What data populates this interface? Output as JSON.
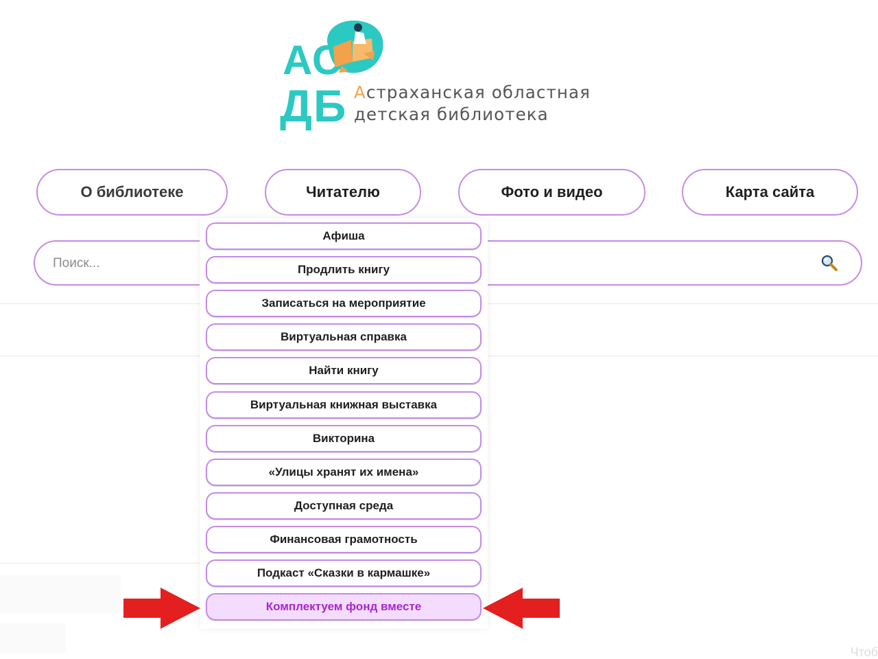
{
  "logo": {
    "mark_top": "АС",
    "mark_bottom": "ДБ",
    "line1_accent": "А",
    "line1_rest": "страханская областная",
    "line2": "детская библиотека",
    "brand_color": "#2cc9c3",
    "accent_color": "#f2a24a"
  },
  "nav": {
    "about": "О библиотеке",
    "readers": "Читателю",
    "media": "Фото и видео",
    "sitemap": "Карта сайта"
  },
  "search": {
    "placeholder": "Поиск...",
    "icon": "search-icon"
  },
  "dropdown": {
    "items": [
      "Афиша",
      "Продлить книгу",
      "Записаться на мероприятие",
      "Виртуальная справка",
      "Найти книгу",
      "Виртуальная книжная выставка",
      "Викторина",
      "«Улицы хранят их имена»",
      "Доступная среда",
      "Финансовая грамотность",
      "Подкаст «Сказки в кармашке»",
      "Комплектуем фонд вместе"
    ],
    "highlighted_item": "Комплектуем фонд вместе",
    "border_color": "#c58ae6",
    "highlight_color": "#a826cc"
  },
  "annotations": {
    "arrow_color": "#e41f1f"
  },
  "page": {
    "faint_corner_text": "Чтоб"
  }
}
